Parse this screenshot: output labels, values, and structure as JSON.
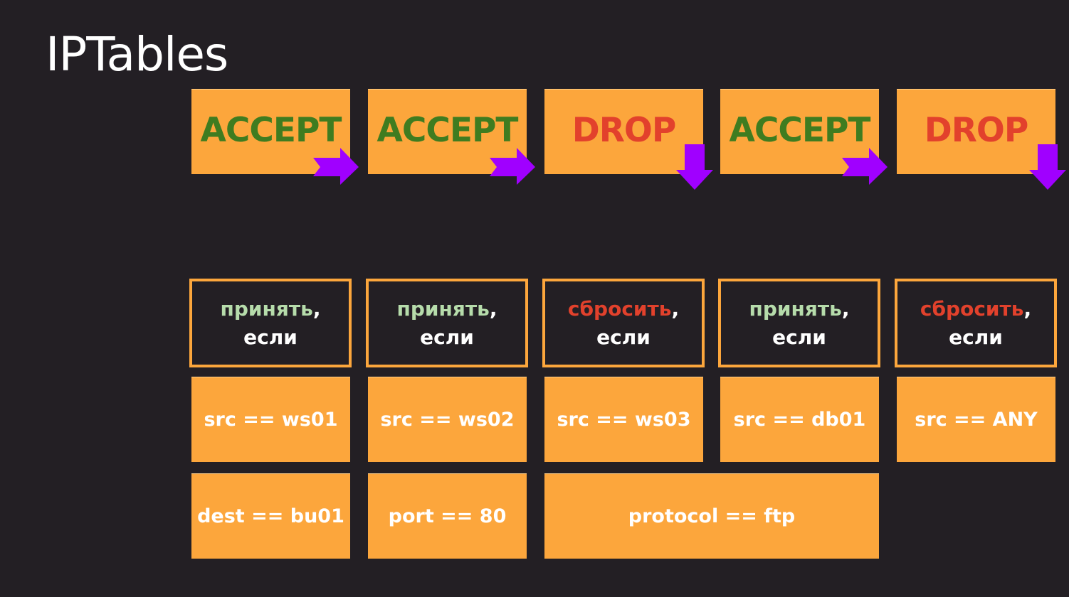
{
  "title": "IPTables",
  "colors": {
    "background": "#231f24",
    "box_orange": "#fca63c",
    "accept_green": "#3f7c20",
    "drop_red": "#e2412c",
    "arrow_purple": "#a000ff",
    "head_green": "#b6dcab",
    "head_red": "#e2412c"
  },
  "actions": [
    {
      "label": "ACCEPT",
      "arrow": "right-arrow-icon"
    },
    {
      "label": "ACCEPT",
      "arrow": "right-arrow-icon"
    },
    {
      "label": "DROP",
      "arrow": "down-arrow-icon"
    },
    {
      "label": "ACCEPT",
      "arrow": "right-arrow-icon"
    },
    {
      "label": "DROP",
      "arrow": "down-arrow-icon"
    }
  ],
  "rule_heads": [
    {
      "verb": "принять",
      "comma": ",",
      "cond": "если"
    },
    {
      "verb": "принять",
      "comma": ",",
      "cond": "если"
    },
    {
      "verb": "сбросить",
      "comma": ",",
      "cond": "если"
    },
    {
      "verb": "принять",
      "comma": ",",
      "cond": "если"
    },
    {
      "verb": "сбросить",
      "comma": ",",
      "cond": "если"
    }
  ],
  "conditions_row1": [
    "src == ws01",
    "src == ws02",
    "src == ws03",
    "src == db01",
    "src == ANY"
  ],
  "conditions_row2": [
    "dest == bu01",
    "port == 80",
    "protocol == ftp"
  ]
}
